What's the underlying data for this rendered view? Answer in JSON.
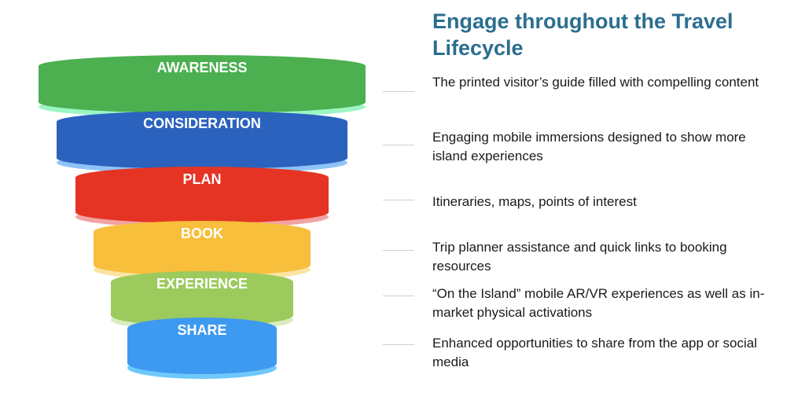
{
  "heading": "Engage throughout the Travel Lifecycle",
  "stages": [
    {
      "label": "AWARENESS",
      "color": "#4caf50",
      "rim": "#9cf5c4",
      "description": "The printed visitor’s guide filled with compelling content"
    },
    {
      "label": "CONSIDERATION",
      "color": "#2a62be",
      "rim": "#8fc3f8",
      "description": "Engaging mobile immersions designed to show more island experiences"
    },
    {
      "label": "PLAN",
      "color": "#e53424",
      "rim": "#f2a3a3",
      "description": "Itineraries, maps, points of interest"
    },
    {
      "label": "BOOK",
      "color": "#f7bf3c",
      "rim": "#fbe3a3",
      "description": "Trip planner assistance and quick links to booking resources"
    },
    {
      "label": "EXPERIENCE",
      "color": "#9cca5d",
      "rim": "#d9ecbf",
      "description": "“On the Island” mobile AR/VR experiences as well as in-market physical activations"
    },
    {
      "label": "SHARE",
      "color": "#3e99f0",
      "rim": "#6fc8fb",
      "description": "Enhanced opportunities to share from the app or social media"
    }
  ]
}
